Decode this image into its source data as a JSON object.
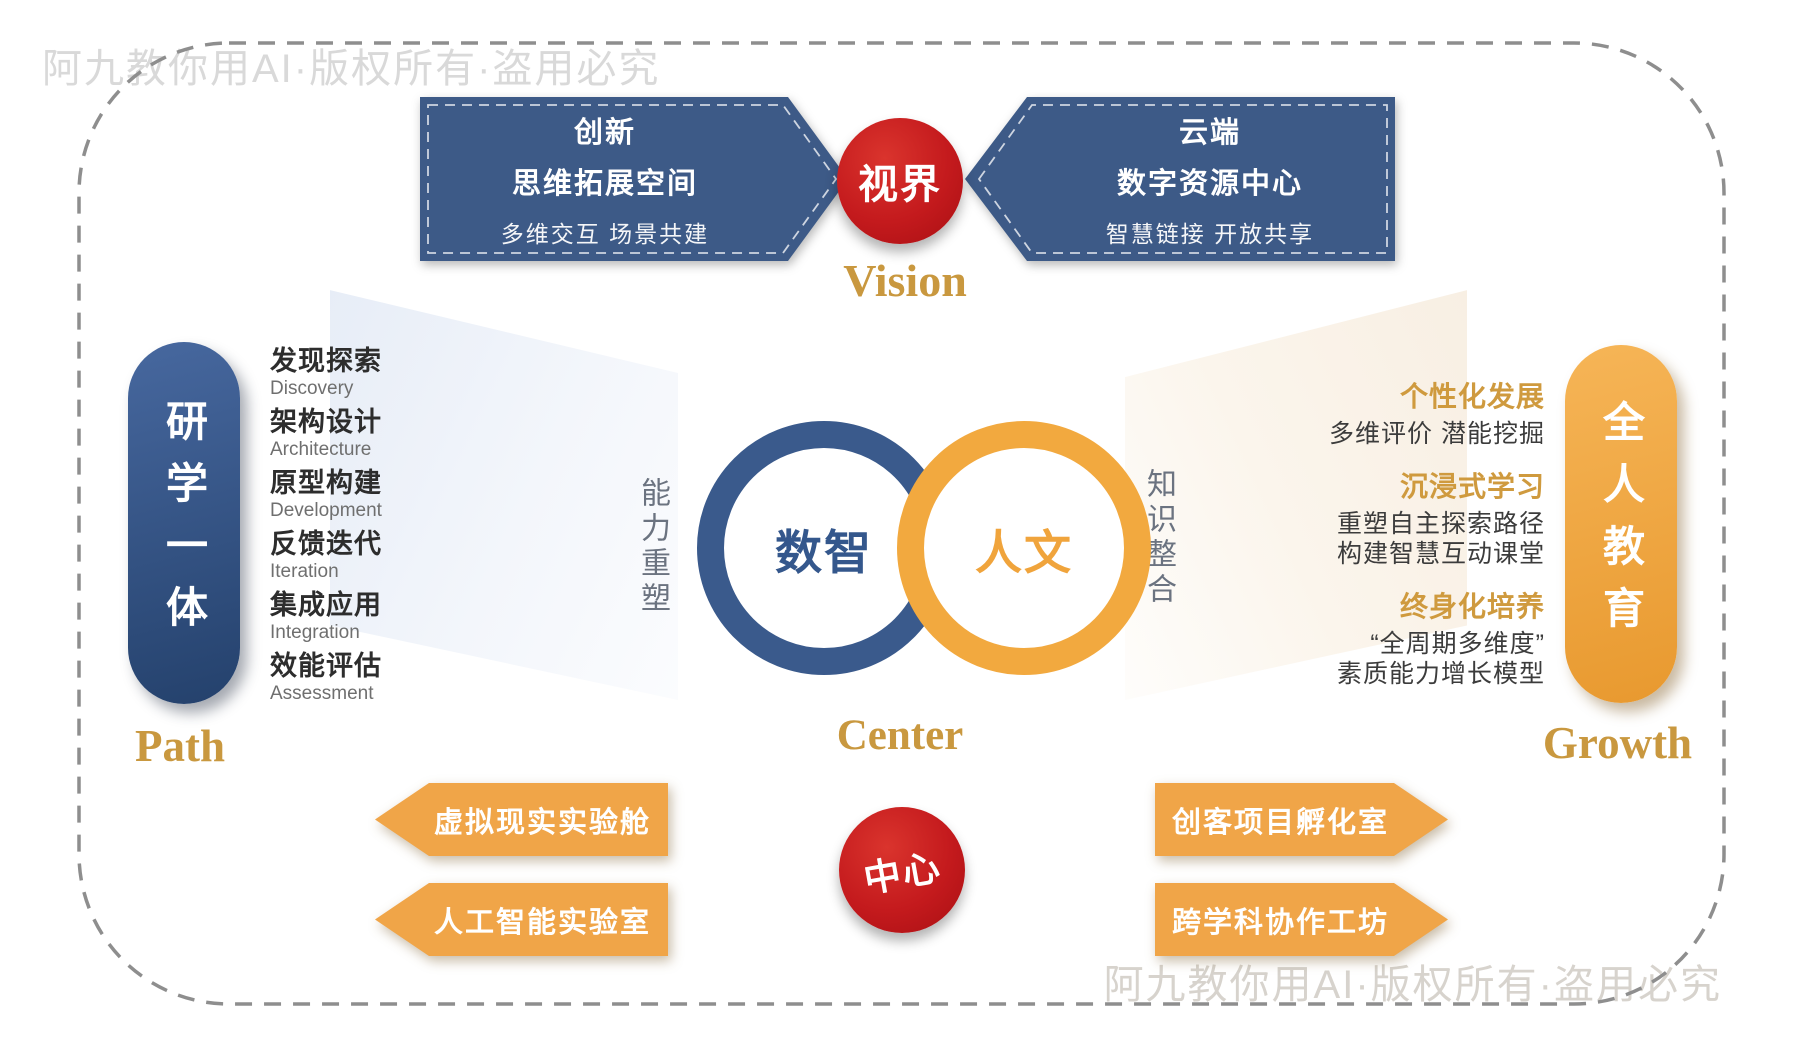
{
  "watermark": {
    "top": "阿九教你用AI·版权所有·盗用必究",
    "bottom": "阿九教你用AI·版权所有·盗用必究"
  },
  "colors": {
    "banner_blue": "#3d5a87",
    "pill_blue_dark": "#24416c",
    "gold": "#f2a848",
    "ring_blue": "#3a5a8c",
    "ring_gold": "#f2a93f",
    "badge_red": "#c41a1d",
    "label_gold": "#c9983f"
  },
  "vision": {
    "label_en": "Vision",
    "center_badge": "视界",
    "left_banner": {
      "title": "创新",
      "subtitle": "思维拓展空间",
      "tagline": "多维交互 场景共建"
    },
    "right_banner": {
      "title": "云端",
      "subtitle": "数字资源中心",
      "tagline": "智慧链接 开放共享"
    }
  },
  "path": {
    "label_en": "Path",
    "pill": "研学一体",
    "items": [
      {
        "cn": "发现探索",
        "en": "Discovery"
      },
      {
        "cn": "架构设计",
        "en": "Architecture"
      },
      {
        "cn": "原型构建",
        "en": "Development"
      },
      {
        "cn": "反馈迭代",
        "en": "Iteration"
      },
      {
        "cn": "集成应用",
        "en": "Integration"
      },
      {
        "cn": "效能评估",
        "en": "Assessment"
      }
    ]
  },
  "center": {
    "label_en": "Center",
    "badge": "中心",
    "ring_left": "数智",
    "ring_right": "人文",
    "side_left": "能力重塑",
    "side_right": "知识整合",
    "labs_left": [
      "虚拟现实实验舱",
      "人工智能实验室"
    ],
    "labs_right": [
      "创客项目孵化室",
      "跨学科协作工坊"
    ]
  },
  "growth": {
    "label_en": "Growth",
    "pill": "全人教育",
    "groups": [
      {
        "title": "个性化发展",
        "line1": "多维评价 潜能挖掘",
        "line2": ""
      },
      {
        "title": "沉浸式学习",
        "line1": "重塑自主探索路径",
        "line2": "构建智慧互动课堂"
      },
      {
        "title": "终身化培养",
        "line1": "“全周期多维度”",
        "line2": "素质能力增长模型"
      }
    ]
  }
}
